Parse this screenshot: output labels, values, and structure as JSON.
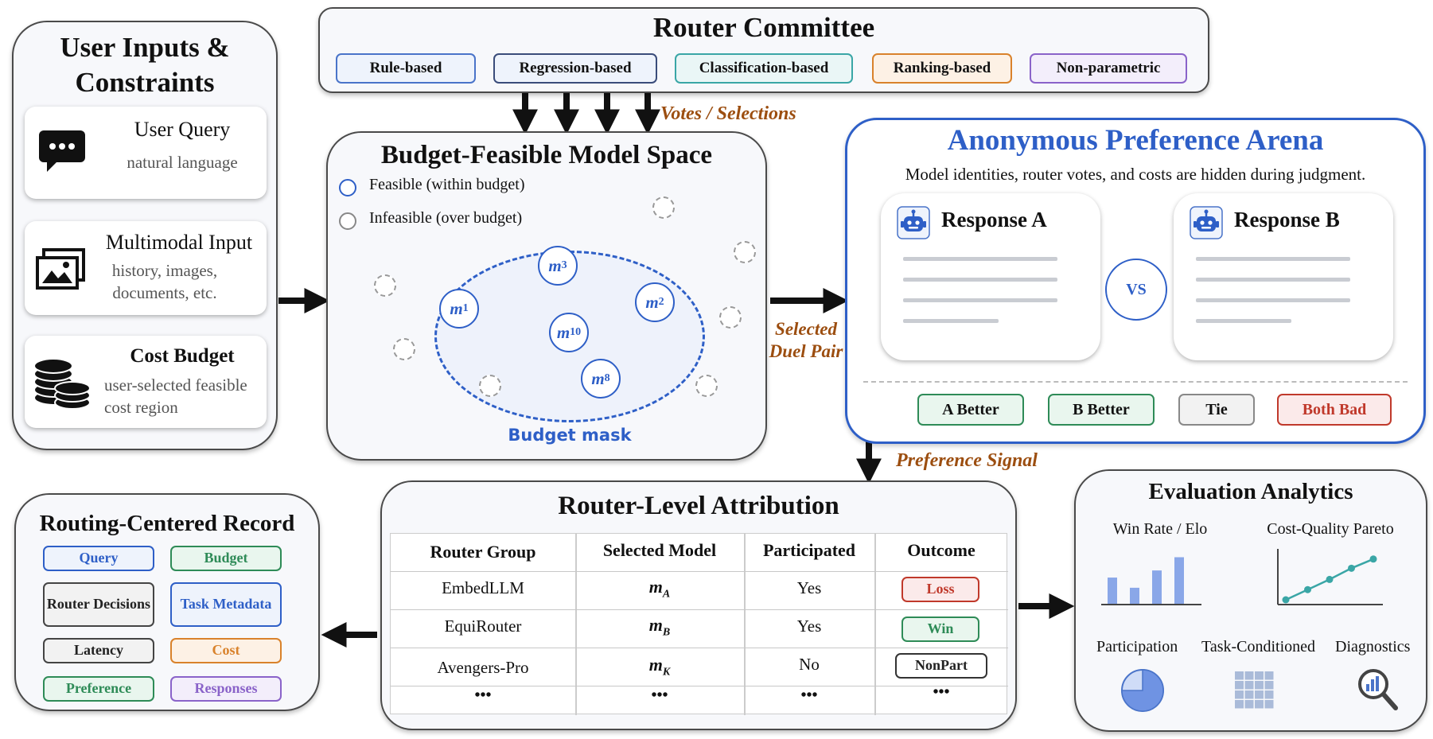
{
  "inputs": {
    "title_line1": "User Inputs &",
    "title_line2": "Constraints",
    "query_title": "User Query",
    "query_sub": "natural language",
    "multimodal_title": "Multimodal Input",
    "multimodal_sub1": "history, images,",
    "multimodal_sub2": "documents, etc.",
    "budget_title": "Cost Budget",
    "budget_sub1": "user-selected feasible",
    "budget_sub2": "cost region"
  },
  "committee": {
    "title": "Router Committee",
    "routers": [
      "Rule-based",
      "Regression-based",
      "Classification-based",
      "Ranking-based",
      "Non-parametric"
    ]
  },
  "labels": {
    "votes": "Votes / Selections",
    "selected_line1": "Selected",
    "selected_line2": "Duel Pair",
    "preference_signal": "Preference Signal"
  },
  "space": {
    "title": "Budget-Feasible Model Space",
    "feasible": "Feasible (within budget)",
    "infeasible": "Infeasible (over budget)",
    "mask": "Budget mask",
    "nodes": [
      {
        "base": "m",
        "sub": "3"
      },
      {
        "base": "m",
        "sub": "1"
      },
      {
        "base": "m",
        "sub": "2"
      },
      {
        "base": "m",
        "sub": "10"
      },
      {
        "base": "m",
        "sub": "8"
      }
    ]
  },
  "arena": {
    "title": "Anonymous Preference Arena",
    "subtitle": "Model identities, router votes, and costs are hidden during judgment.",
    "response_a": "Response A",
    "response_b": "Response B",
    "vs": "VS",
    "choices": [
      "A Better",
      "B Better",
      "Tie",
      "Both Bad"
    ]
  },
  "record": {
    "title": "Routing-Centered Record",
    "items": [
      "Query",
      "Budget",
      "Router Decisions",
      "Task Metadata",
      "Latency",
      "Cost",
      "Preference",
      "Responses"
    ]
  },
  "attribution": {
    "title": "Router-Level Attribution",
    "headers": [
      "Router Group",
      "Selected Model",
      "Participated",
      "Outcome"
    ],
    "rows": [
      {
        "group": "EmbedLLM",
        "model": "m",
        "model_sub": "A",
        "participated": "Yes",
        "outcome": "Loss"
      },
      {
        "group": "EquiRouter",
        "model": "m",
        "model_sub": "B",
        "participated": "Yes",
        "outcome": "Win"
      },
      {
        "group": "Avengers-Pro",
        "model": "m",
        "model_sub": "K",
        "participated": "No",
        "outcome": "NonPart"
      }
    ],
    "ellipsis": "•••"
  },
  "analytics": {
    "title": "Evaluation Analytics",
    "win_rate": "Win Rate / Elo",
    "pareto": "Cost-Quality Pareto",
    "participation": "Participation",
    "task_conditioned": "Task-Conditioned",
    "diagnostics": "Diagnostics",
    "bar_values": [
      0.53,
      0.33,
      0.67,
      0.93
    ],
    "pareto_points": [
      [
        0,
        0.0
      ],
      [
        0.25,
        0.2
      ],
      [
        0.5,
        0.4
      ],
      [
        0.75,
        0.62
      ],
      [
        1.0,
        0.8
      ]
    ],
    "participation_fraction": 0.75
  },
  "colors": {
    "accent_blue": "#2e5fc7",
    "label_brown": "#9c4e10",
    "green": "#2e8b57",
    "red": "#c0392b",
    "orange": "#d9822b",
    "purple": "#8a63c9",
    "teal": "#3aa6a6"
  }
}
